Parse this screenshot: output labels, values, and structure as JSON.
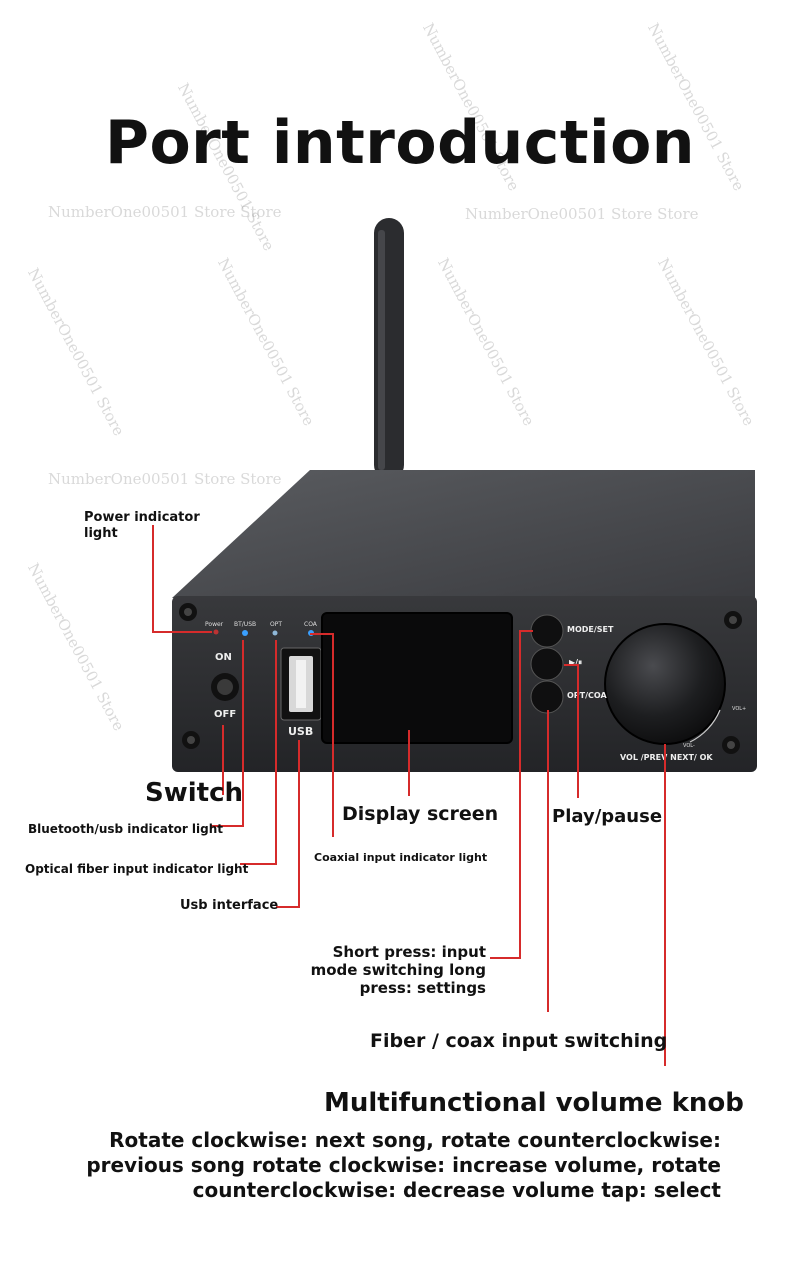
{
  "title": "Port introduction",
  "watermark": "NumberOne00501 Store Store",
  "watermark_short": "NumberOne00501 Store",
  "panel": {
    "power": "Power",
    "bt_usb": "BT/USB",
    "opt": "OPT",
    "coa": "COA",
    "on": "ON",
    "off": "OFF",
    "usb": "USB",
    "mode_set": "MODE/SET",
    "play_pause": "▶/⏸",
    "opt_coa": "OPT/COA",
    "knob_label": "VOL /PREV NEXT/ OK",
    "vol_plus": "VOL+",
    "vol_minus": "VOL-"
  },
  "labels": {
    "power_indicator": "Power indicator light",
    "switch": "Switch",
    "bt_usb_indicator": "Bluetooth/usb indicator light",
    "optical_indicator": "Optical fiber input indicator light",
    "usb_interface": "Usb interface",
    "display_screen": "Display screen",
    "coaxial_indicator": "Coaxial input indicator light",
    "play_pause": "Play/pause",
    "short_press": "Short press: input mode switching long press: settings",
    "fiber_coax": "Fiber / coax input switching",
    "knob_title": "Multifunctional volume knob",
    "knob_desc": "Rotate clockwise: next song, rotate counterclockwise: previous song rotate clockwise: increase volume, rotate counterclockwise: decrease volume tap: select"
  },
  "colors": {
    "leader": "#d62b2b",
    "indicator_blue": "#3aa0ff",
    "device": "#2a2b2e"
  }
}
